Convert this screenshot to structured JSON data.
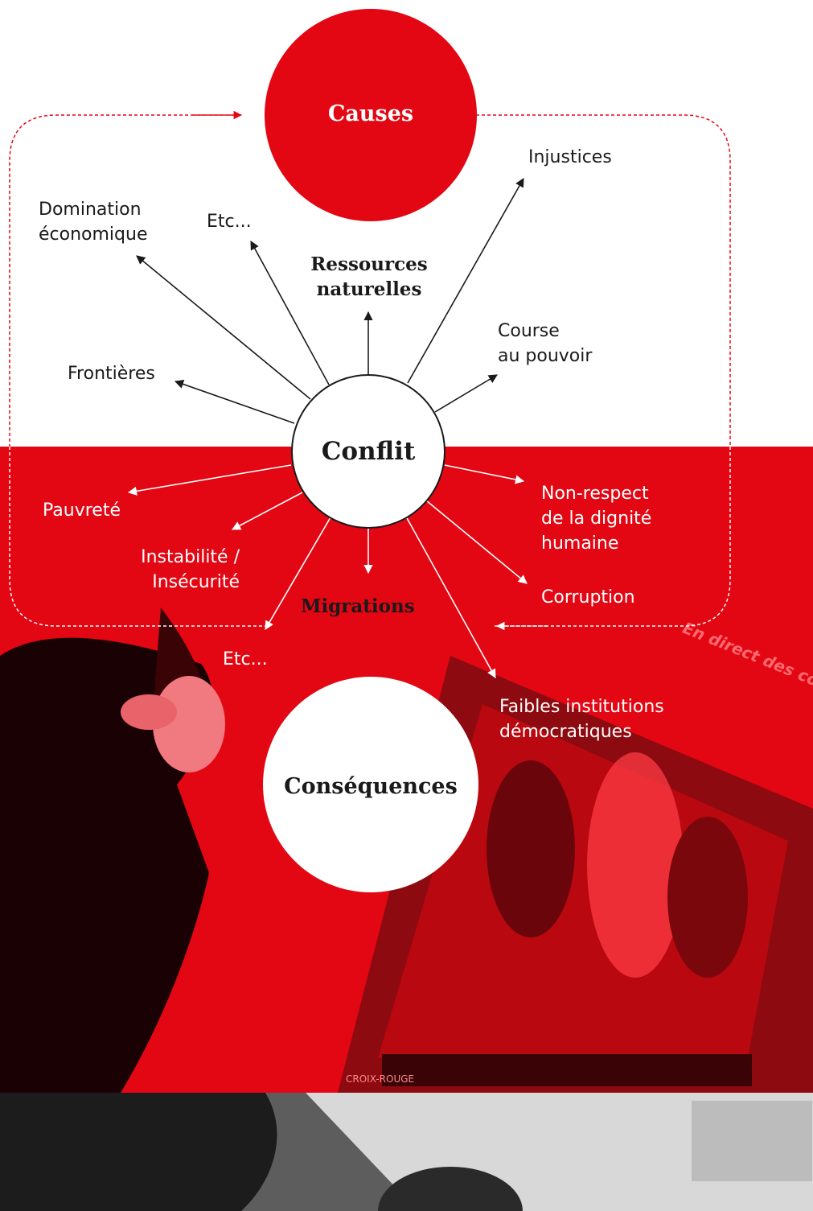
{
  "colors": {
    "accent_red": "#e30613",
    "dark_text": "#1a1a1a",
    "light_text": "#ffffff"
  },
  "hubs": {
    "causes": "Causes",
    "conflict": "Conflit",
    "consequences": "Conséquences"
  },
  "causes": {
    "injustices": "Injustices",
    "domination": "Domination\néconomique",
    "etc": "Etc...",
    "ressources": "Ressources\nnaturelles",
    "course_pouvoir": "Course\nau pouvoir",
    "frontieres": "Frontières"
  },
  "consequences": {
    "pauvrete": "Pauvreté",
    "non_respect": "Non-respect\nde la dignité\nhumaine",
    "instabilite": "Instabilité /\nInsécurité",
    "corruption": "Corruption",
    "migrations": "Migrations",
    "etc": "Etc...",
    "faibles_institutions": "Faibles institutions\ndémocratiques"
  },
  "poster": {
    "headline": "En direct des conflits",
    "brand": "CROIX-ROUGE"
  }
}
